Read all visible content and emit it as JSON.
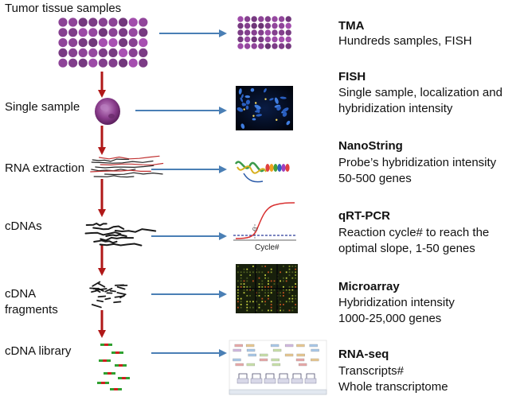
{
  "steps": [
    {
      "label": "Tumor tissue samples"
    },
    {
      "label": "Single sample"
    },
    {
      "label": "RNA extraction"
    },
    {
      "label": "cDNAs"
    },
    {
      "label": "cDNA\nfragments"
    },
    {
      "label": "cDNA library"
    }
  ],
  "methods": [
    {
      "name": "TMA",
      "desc": [
        "Hundreds samples, FISH"
      ]
    },
    {
      "name": "FISH",
      "desc": [
        "Single sample, localization and",
        "hybridization intensity"
      ]
    },
    {
      "name": "NanoString",
      "desc": [
        "Probe’s hybridization intensity",
        "50-500 genes"
      ]
    },
    {
      "name": "qRT-PCR",
      "desc": [
        "Reaction cycle# to reach the",
        "optimal slope, 1-50 genes"
      ]
    },
    {
      "name": "Microarray",
      "desc": [
        "Hybridization intensity",
        "1000-25,000 genes"
      ]
    },
    {
      "name": "RNA-seq",
      "desc": [
        "Transcripts#",
        "Whole transcriptome"
      ]
    }
  ],
  "pcr_plot": {
    "xlabel": "Cycle#",
    "marker": "Ct"
  },
  "colors": {
    "down_arrow": "#b01818",
    "right_arrow": "#4a7fb5",
    "tissue": "#8a3d8c"
  }
}
